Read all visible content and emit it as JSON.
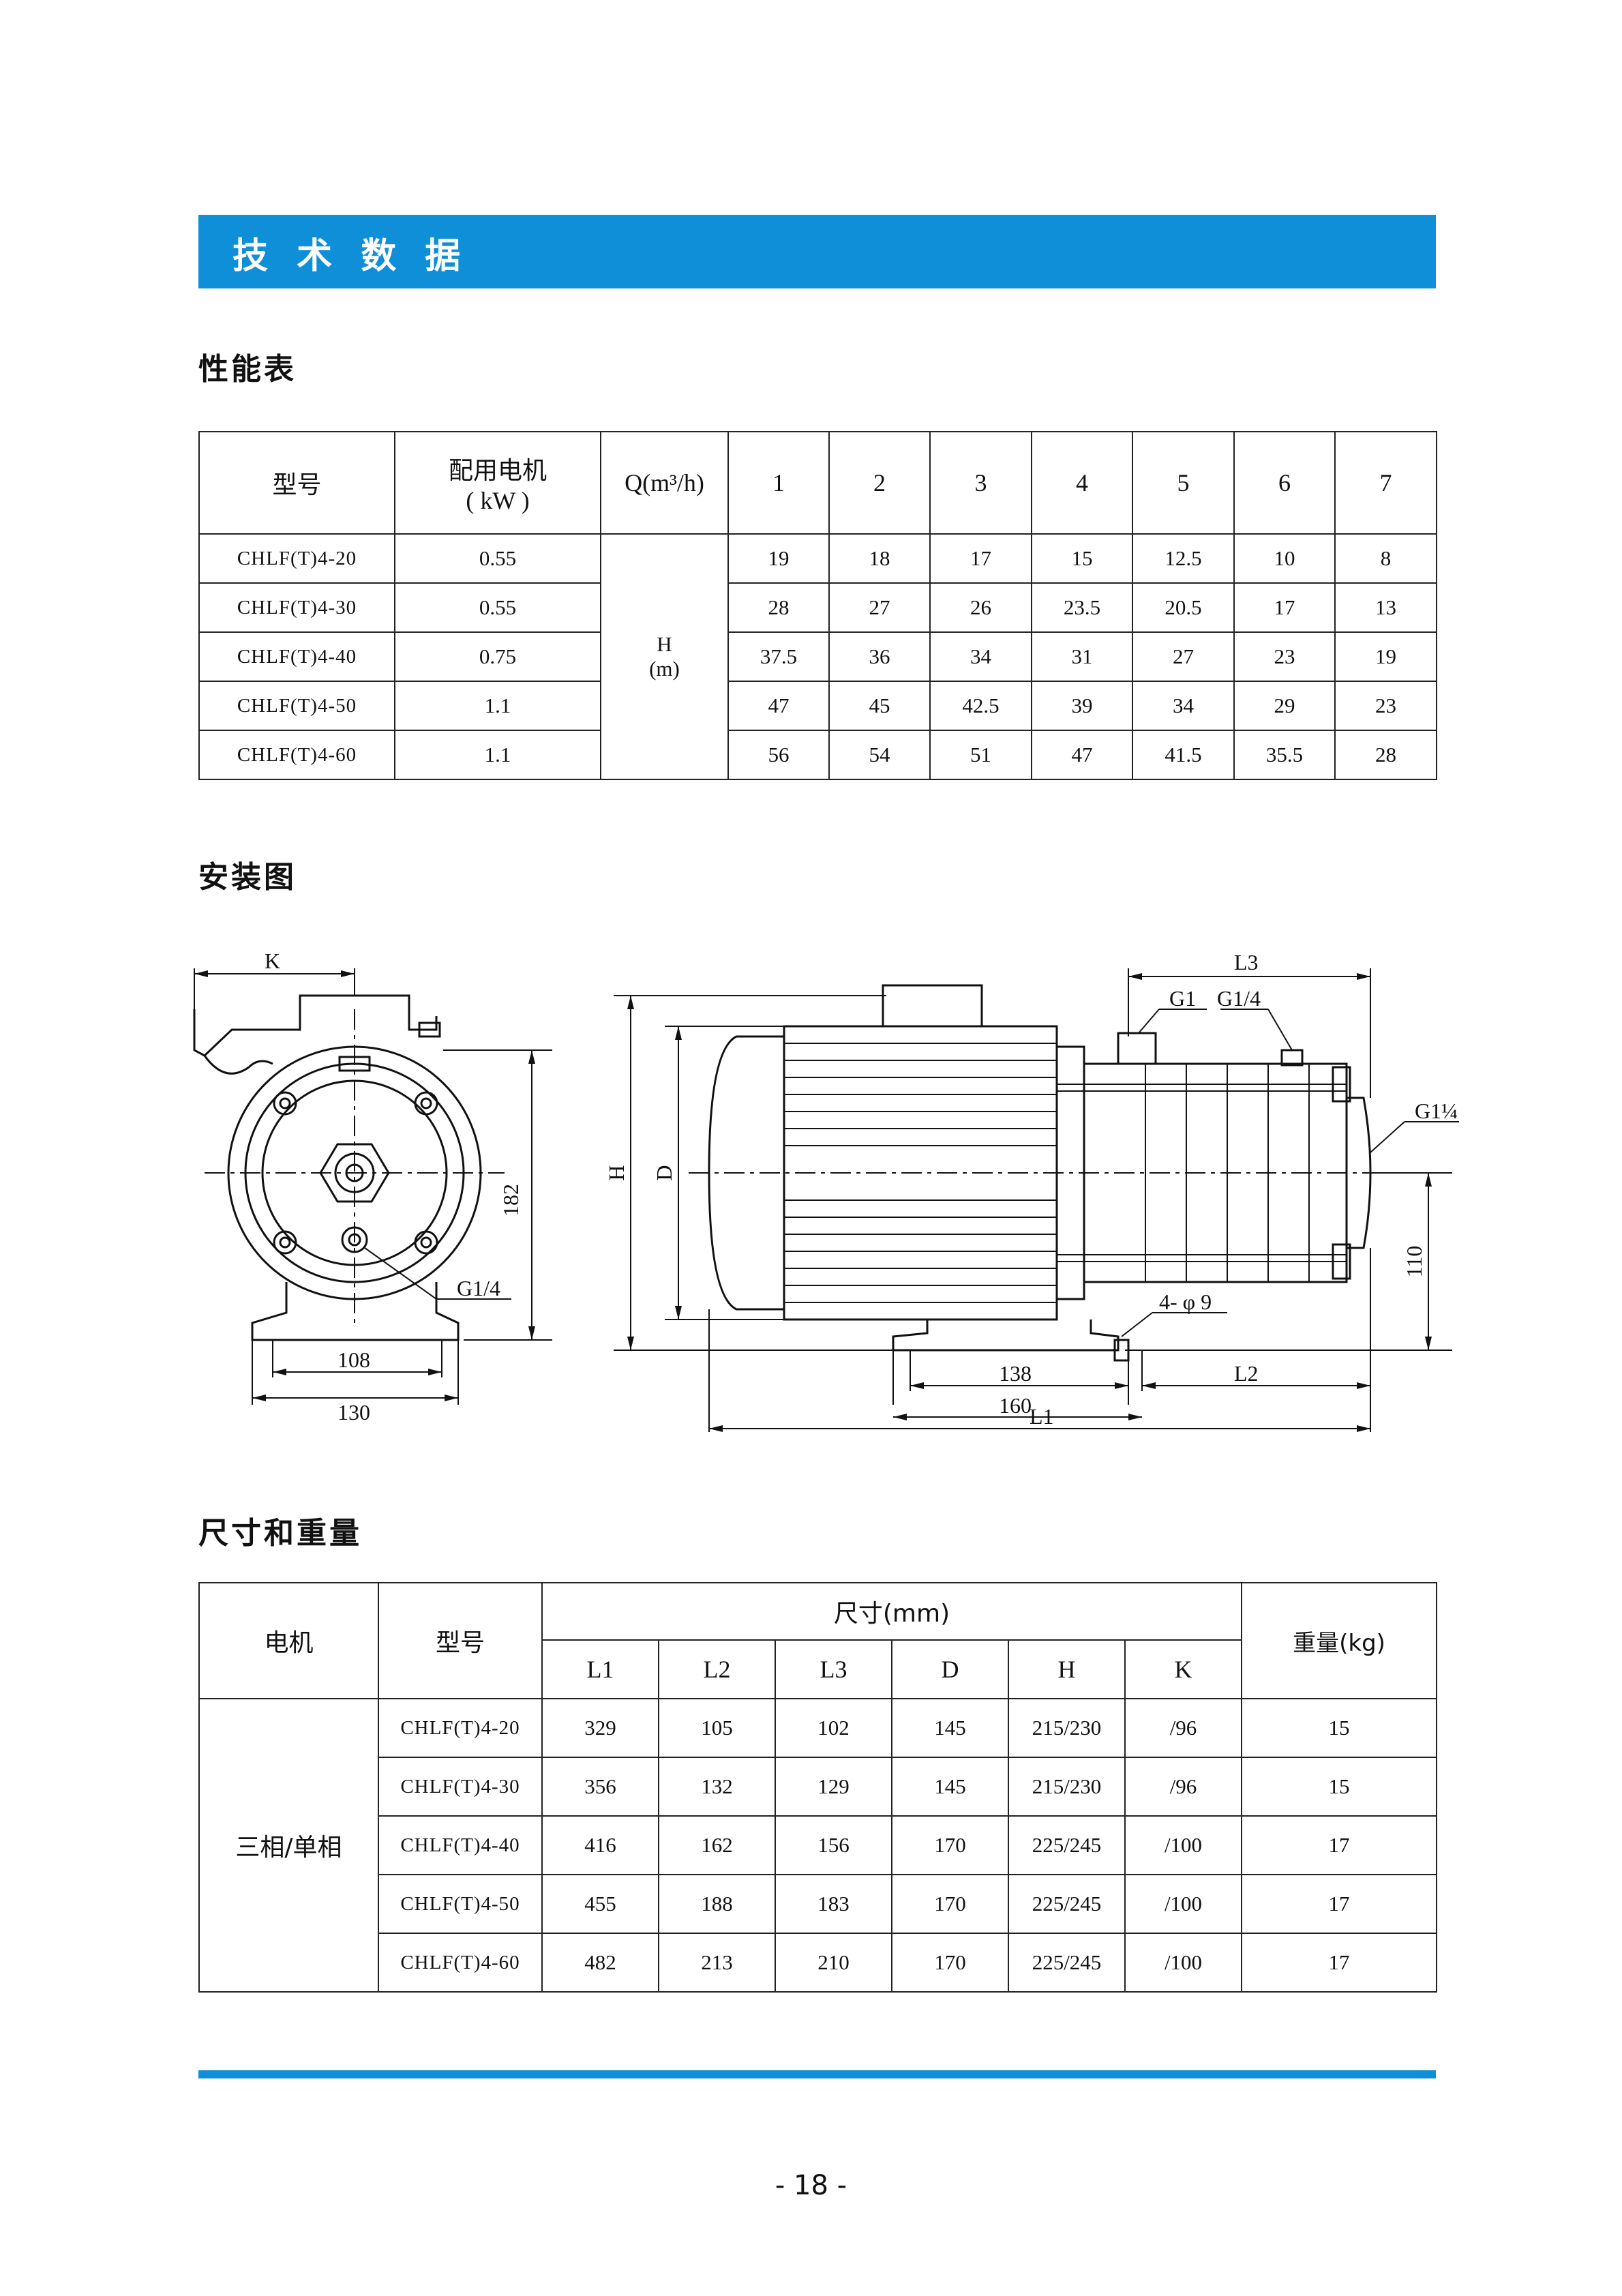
{
  "banner": {
    "title": "技 术 数 据"
  },
  "performance": {
    "heading": "性能表",
    "headers": {
      "model": "型号",
      "motor_line1": "配用电机",
      "motor_line2": "( kW )",
      "flow": "Q(m³/h)",
      "head_line1": "H",
      "head_line2": "(m)"
    },
    "flow_points": [
      "1",
      "2",
      "3",
      "4",
      "5",
      "6",
      "7"
    ],
    "rows": [
      {
        "model": "CHLF(T)4-20",
        "motor": "0.55",
        "h": [
          "19",
          "18",
          "17",
          "15",
          "12.5",
          "10",
          "8"
        ]
      },
      {
        "model": "CHLF(T)4-30",
        "motor": "0.55",
        "h": [
          "28",
          "27",
          "26",
          "23.5",
          "20.5",
          "17",
          "13"
        ]
      },
      {
        "model": "CHLF(T)4-40",
        "motor": "0.75",
        "h": [
          "37.5",
          "36",
          "34",
          "31",
          "27",
          "23",
          "19"
        ]
      },
      {
        "model": "CHLF(T)4-50",
        "motor": "1.1",
        "h": [
          "47",
          "45",
          "42.5",
          "39",
          "34",
          "29",
          "23"
        ]
      },
      {
        "model": "CHLF(T)4-60",
        "motor": "1.1",
        "h": [
          "56",
          "54",
          "51",
          "47",
          "41.5",
          "35.5",
          "28"
        ]
      }
    ]
  },
  "installation": {
    "heading": "安装图",
    "labels": {
      "k": "K",
      "h182": "182",
      "g14_left": "G1/4",
      "d108": "108",
      "d130": "130",
      "l3": "L3",
      "g1": "G1",
      "g14_top": "G1/4",
      "g1q": "G1¼",
      "h": "H",
      "d": "D",
      "h110": "110",
      "holes": "4- φ 9",
      "d138": "138",
      "l2": "L2",
      "d160": "160",
      "l1": "L1"
    }
  },
  "dimensions": {
    "heading": "尺寸和重量",
    "headers": {
      "motor": "电机",
      "model": "型号",
      "size": "尺寸(mm)",
      "weight": "重量(kg)",
      "cols": [
        "L1",
        "L2",
        "L3",
        "D",
        "H",
        "K"
      ]
    },
    "motor_type": "三相/单相",
    "rows": [
      {
        "model": "CHLF(T)4-20",
        "vals": [
          "329",
          "105",
          "102",
          "145",
          "215/230",
          "/96"
        ],
        "weight": "15"
      },
      {
        "model": "CHLF(T)4-30",
        "vals": [
          "356",
          "132",
          "129",
          "145",
          "215/230",
          "/96"
        ],
        "weight": "15"
      },
      {
        "model": "CHLF(T)4-40",
        "vals": [
          "416",
          "162",
          "156",
          "170",
          "225/245",
          "/100"
        ],
        "weight": "17"
      },
      {
        "model": "CHLF(T)4-50",
        "vals": [
          "455",
          "188",
          "183",
          "170",
          "225/245",
          "/100"
        ],
        "weight": "17"
      },
      {
        "model": "CHLF(T)4-60",
        "vals": [
          "482",
          "213",
          "210",
          "170",
          "225/245",
          "/100"
        ],
        "weight": "17"
      }
    ]
  },
  "footer": {
    "page": "- 18 -"
  },
  "colors": {
    "accent": "#0e8fd8"
  }
}
